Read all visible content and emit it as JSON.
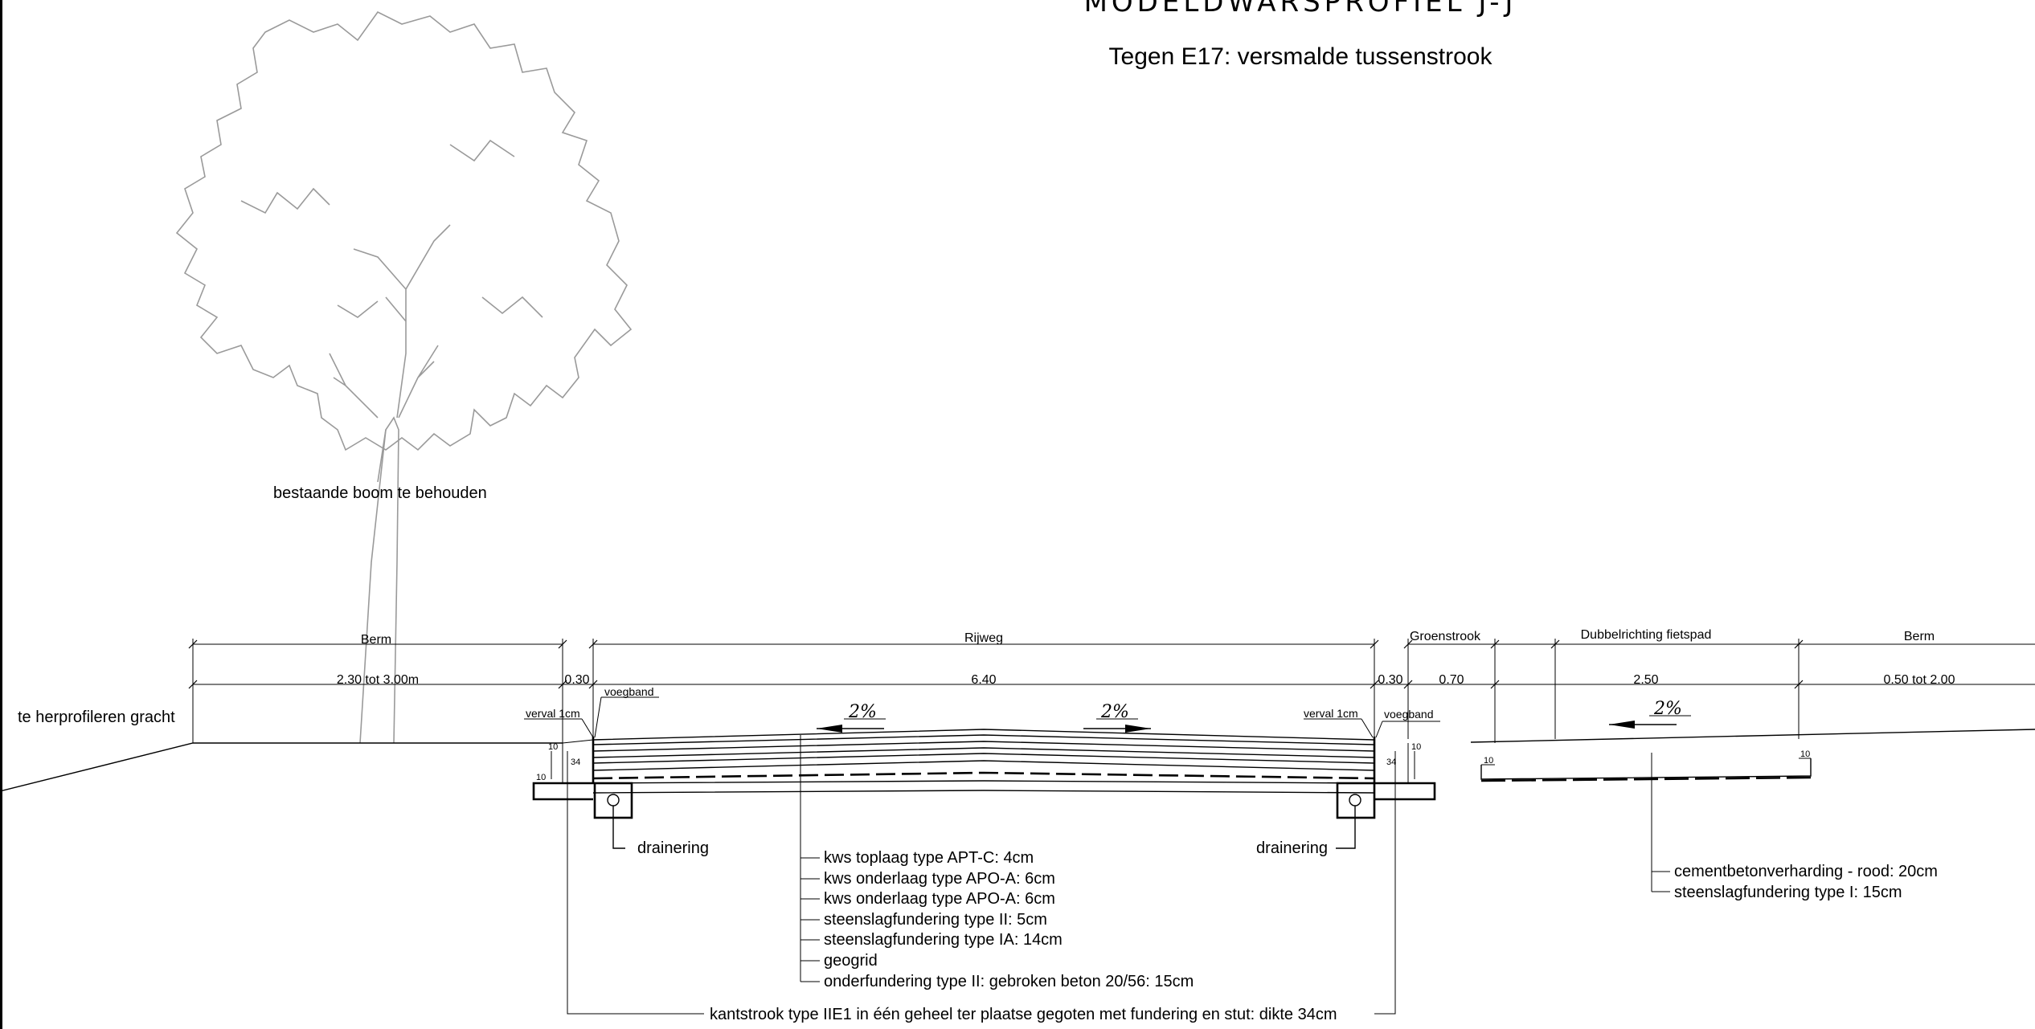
{
  "title": "MODELDWARSPROFIEL J-J",
  "subtitle": "Tegen E17: versmalde tussenstrook",
  "labels": {
    "tree": "bestaande boom te behouden",
    "ditch": "te herprofileren gracht",
    "drain_left": "drainering",
    "drain_right": "drainering",
    "kerb": "kantstrook type IIE1 in één geheel ter plaatse gegoten met fundering en stut: dikte 34cm"
  },
  "zones": {
    "berm_left": "Berm",
    "rijweg": "Rijweg",
    "groenstrook": "Groenstrook",
    "fietspad": "Dubbelrichting fietspad",
    "berm_right": "Berm"
  },
  "dimensions": {
    "berm_left": "2.30 tot 3.00m",
    "strip_left": "0.30",
    "rijweg": "6.40",
    "strip_right": "0.30",
    "groen": "0.70",
    "fietspad": "2.50",
    "berm_right": "0.50 tot 2.00"
  },
  "details": {
    "verval_left": "verval 1cm",
    "voegband_left": "voegband",
    "verval_right": "verval 1cm",
    "voegband_right": "voegband",
    "d10": "10",
    "d34": "34"
  },
  "slopes": {
    "left": "2%",
    "right": "2%",
    "bike": "2%"
  },
  "road_layers": [
    "kws toplaag type APT-C: 4cm",
    "kws onderlaag type APO-A: 6cm",
    "kws onderlaag type APO-A: 6cm",
    "steenslagfundering type II: 5cm",
    "steenslagfundering type IA: 14cm",
    "geogrid",
    "onderfundering type II: gebroken beton 20/56: 15cm"
  ],
  "bike_layers": [
    "cementbetonverharding - rood: 20cm",
    "steenslagfundering type I: 15cm"
  ]
}
